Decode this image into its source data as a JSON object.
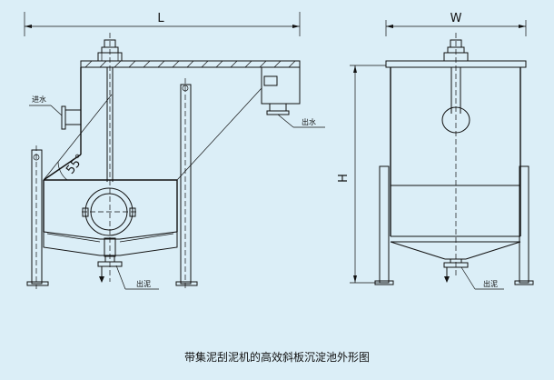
{
  "caption": "带集泥刮泥机的高效斜板沉淀池外形图",
  "dimensions": {
    "length": "L",
    "width": "W",
    "height": "H",
    "angle": "55°"
  },
  "labels": {
    "inlet": "进水",
    "outlet": "出水",
    "sludge_front": "出泥",
    "sludge_side": "出泥"
  }
}
